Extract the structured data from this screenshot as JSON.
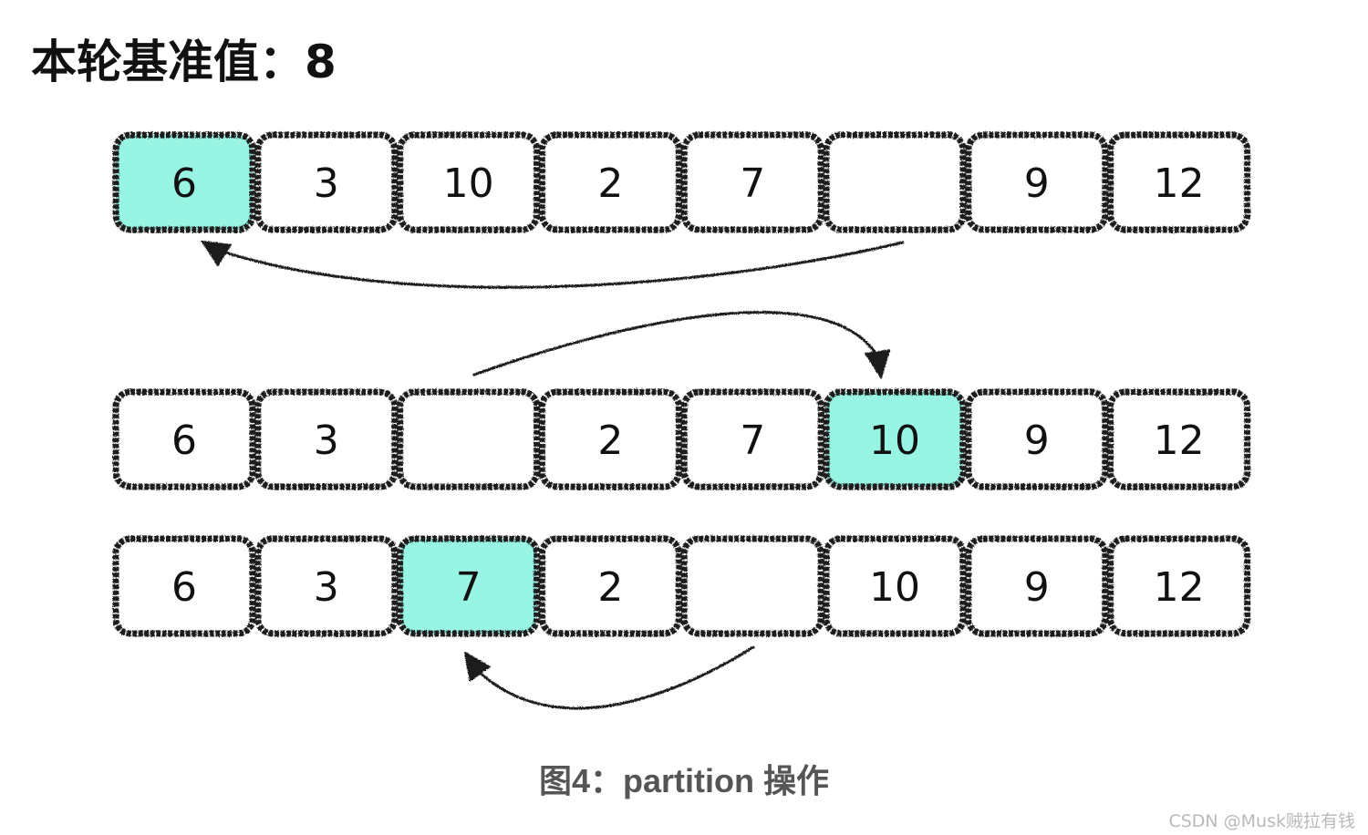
{
  "title": "本轮基准值：8",
  "caption": "图4：partition 操作",
  "watermark": "CSDN @Musk贼拉有钱",
  "colors": {
    "highlight": "#98f5e3",
    "border": "#1a1a1a",
    "text": "#111111",
    "caption": "#555555",
    "watermark": "#b9b9b9"
  },
  "rows": [
    {
      "cells": [
        "6",
        "3",
        "10",
        "2",
        "7",
        "",
        "9",
        "12"
      ],
      "highlight_index": 0
    },
    {
      "cells": [
        "6",
        "3",
        "",
        "2",
        "7",
        "10",
        "9",
        "12"
      ],
      "highlight_index": 5
    },
    {
      "cells": [
        "6",
        "3",
        "7",
        "2",
        "",
        "10",
        "9",
        "12"
      ],
      "highlight_index": 2
    }
  ],
  "arrows": [
    {
      "name": "arrow-move-to-slot-0",
      "from_row": 0,
      "from_cell": 5,
      "to_row": 0,
      "to_cell": 0
    },
    {
      "name": "arrow-move-to-slot-5",
      "from_row": 1,
      "from_cell": 2,
      "to_row": 1,
      "to_cell": 5
    },
    {
      "name": "arrow-move-to-slot-2",
      "from_row": 2,
      "from_cell": 4,
      "to_row": 2,
      "to_cell": 2
    }
  ]
}
